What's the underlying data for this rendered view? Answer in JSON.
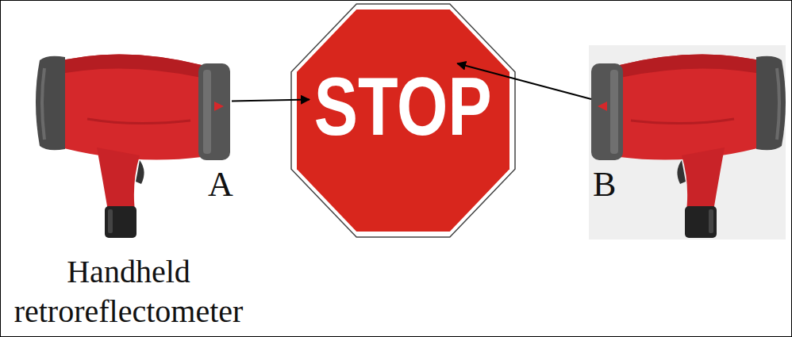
{
  "diagram": {
    "nodes": [
      {
        "text": [
          "A"
        ]
      },
      {
        "text": [
          "STOP"
        ]
      },
      {
        "text": [
          "B"
        ]
      }
    ],
    "edges": [
      {
        "from": 0,
        "to": 1,
        "arrow": "to"
      },
      {
        "from": 2,
        "to": 1,
        "arrow": "to"
      }
    ],
    "labels": [
      "Handheld retroreflectometer"
    ]
  }
}
